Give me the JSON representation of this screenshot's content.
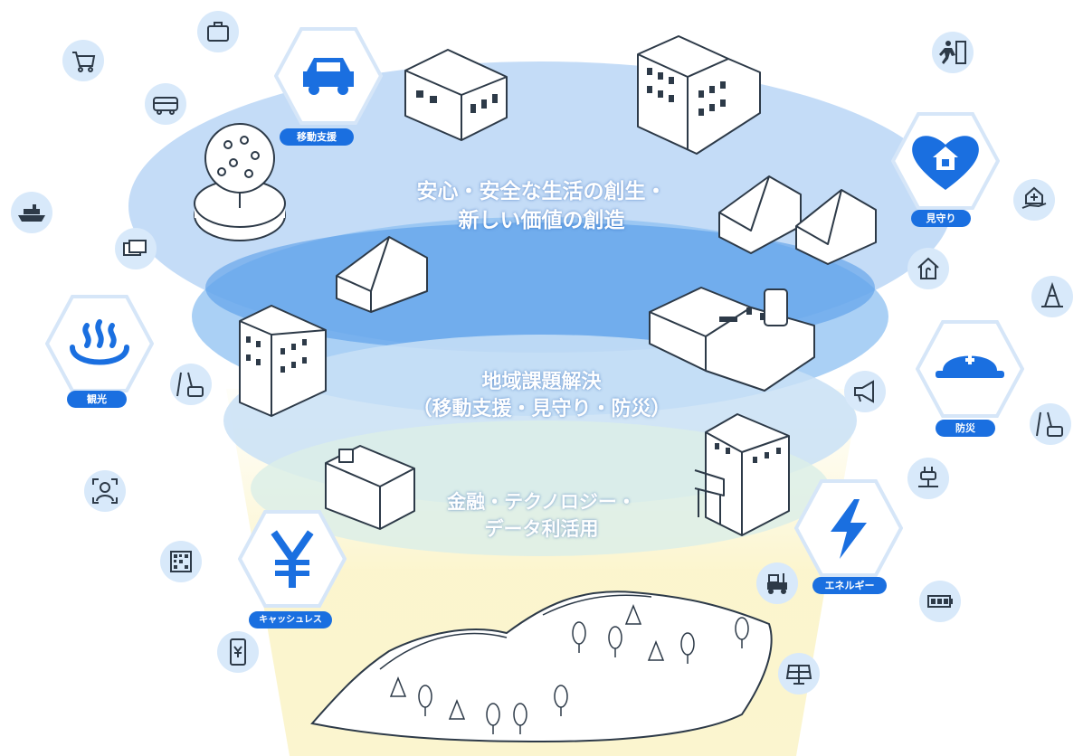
{
  "layers": {
    "top": {
      "line1": "安心・安全な生活の創生・",
      "line2": "新しい価値の創造"
    },
    "middle": {
      "line1": "地域課題解決",
      "line2": "（移動支援・見守り・防災）"
    },
    "bottom": {
      "line1": "金融・テクノロジー・",
      "line2": "データ利活用"
    }
  },
  "hex_badges": {
    "mobility": "移動支援",
    "watch": "見守り",
    "tourism": "観光",
    "disaster": "防災",
    "cashless": "キャッシュレス",
    "energy": "エネルギー"
  },
  "colors": {
    "accent": "#1a6fe0",
    "ellipse_top": "#bcd8f6",
    "ellipse_mid": "#5aa2ec",
    "ellipse_low": "#d7eaf8",
    "island_glow": "#fdf8d8",
    "icon_circle": "#d8e9fa"
  }
}
